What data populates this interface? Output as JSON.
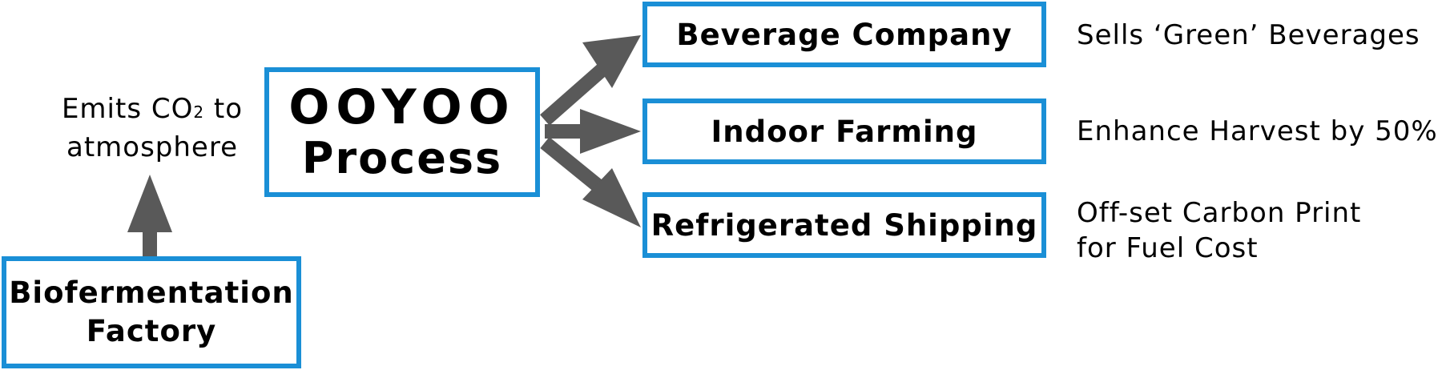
{
  "colors": {
    "box_border": "#1a8fd6",
    "arrow": "#595959"
  },
  "factory": {
    "line1": "Biofermentation",
    "line2": "Factory"
  },
  "emits": {
    "line1": "Emits CO",
    "subscript": "2",
    "line1_end": " to",
    "line2": "atmosphere"
  },
  "process": {
    "line1": "OOYOO",
    "line2": "Process"
  },
  "outputs": [
    {
      "label": "Beverage Company",
      "note_lines": [
        "Sells ‘Green’ Beverages"
      ]
    },
    {
      "label": "Indoor Farming",
      "note_lines": [
        "Enhance Harvest by 50%"
      ]
    },
    {
      "label": "Refrigerated Shipping",
      "note_lines": [
        "Off-set Carbon Print",
        "for Fuel Cost"
      ]
    }
  ]
}
